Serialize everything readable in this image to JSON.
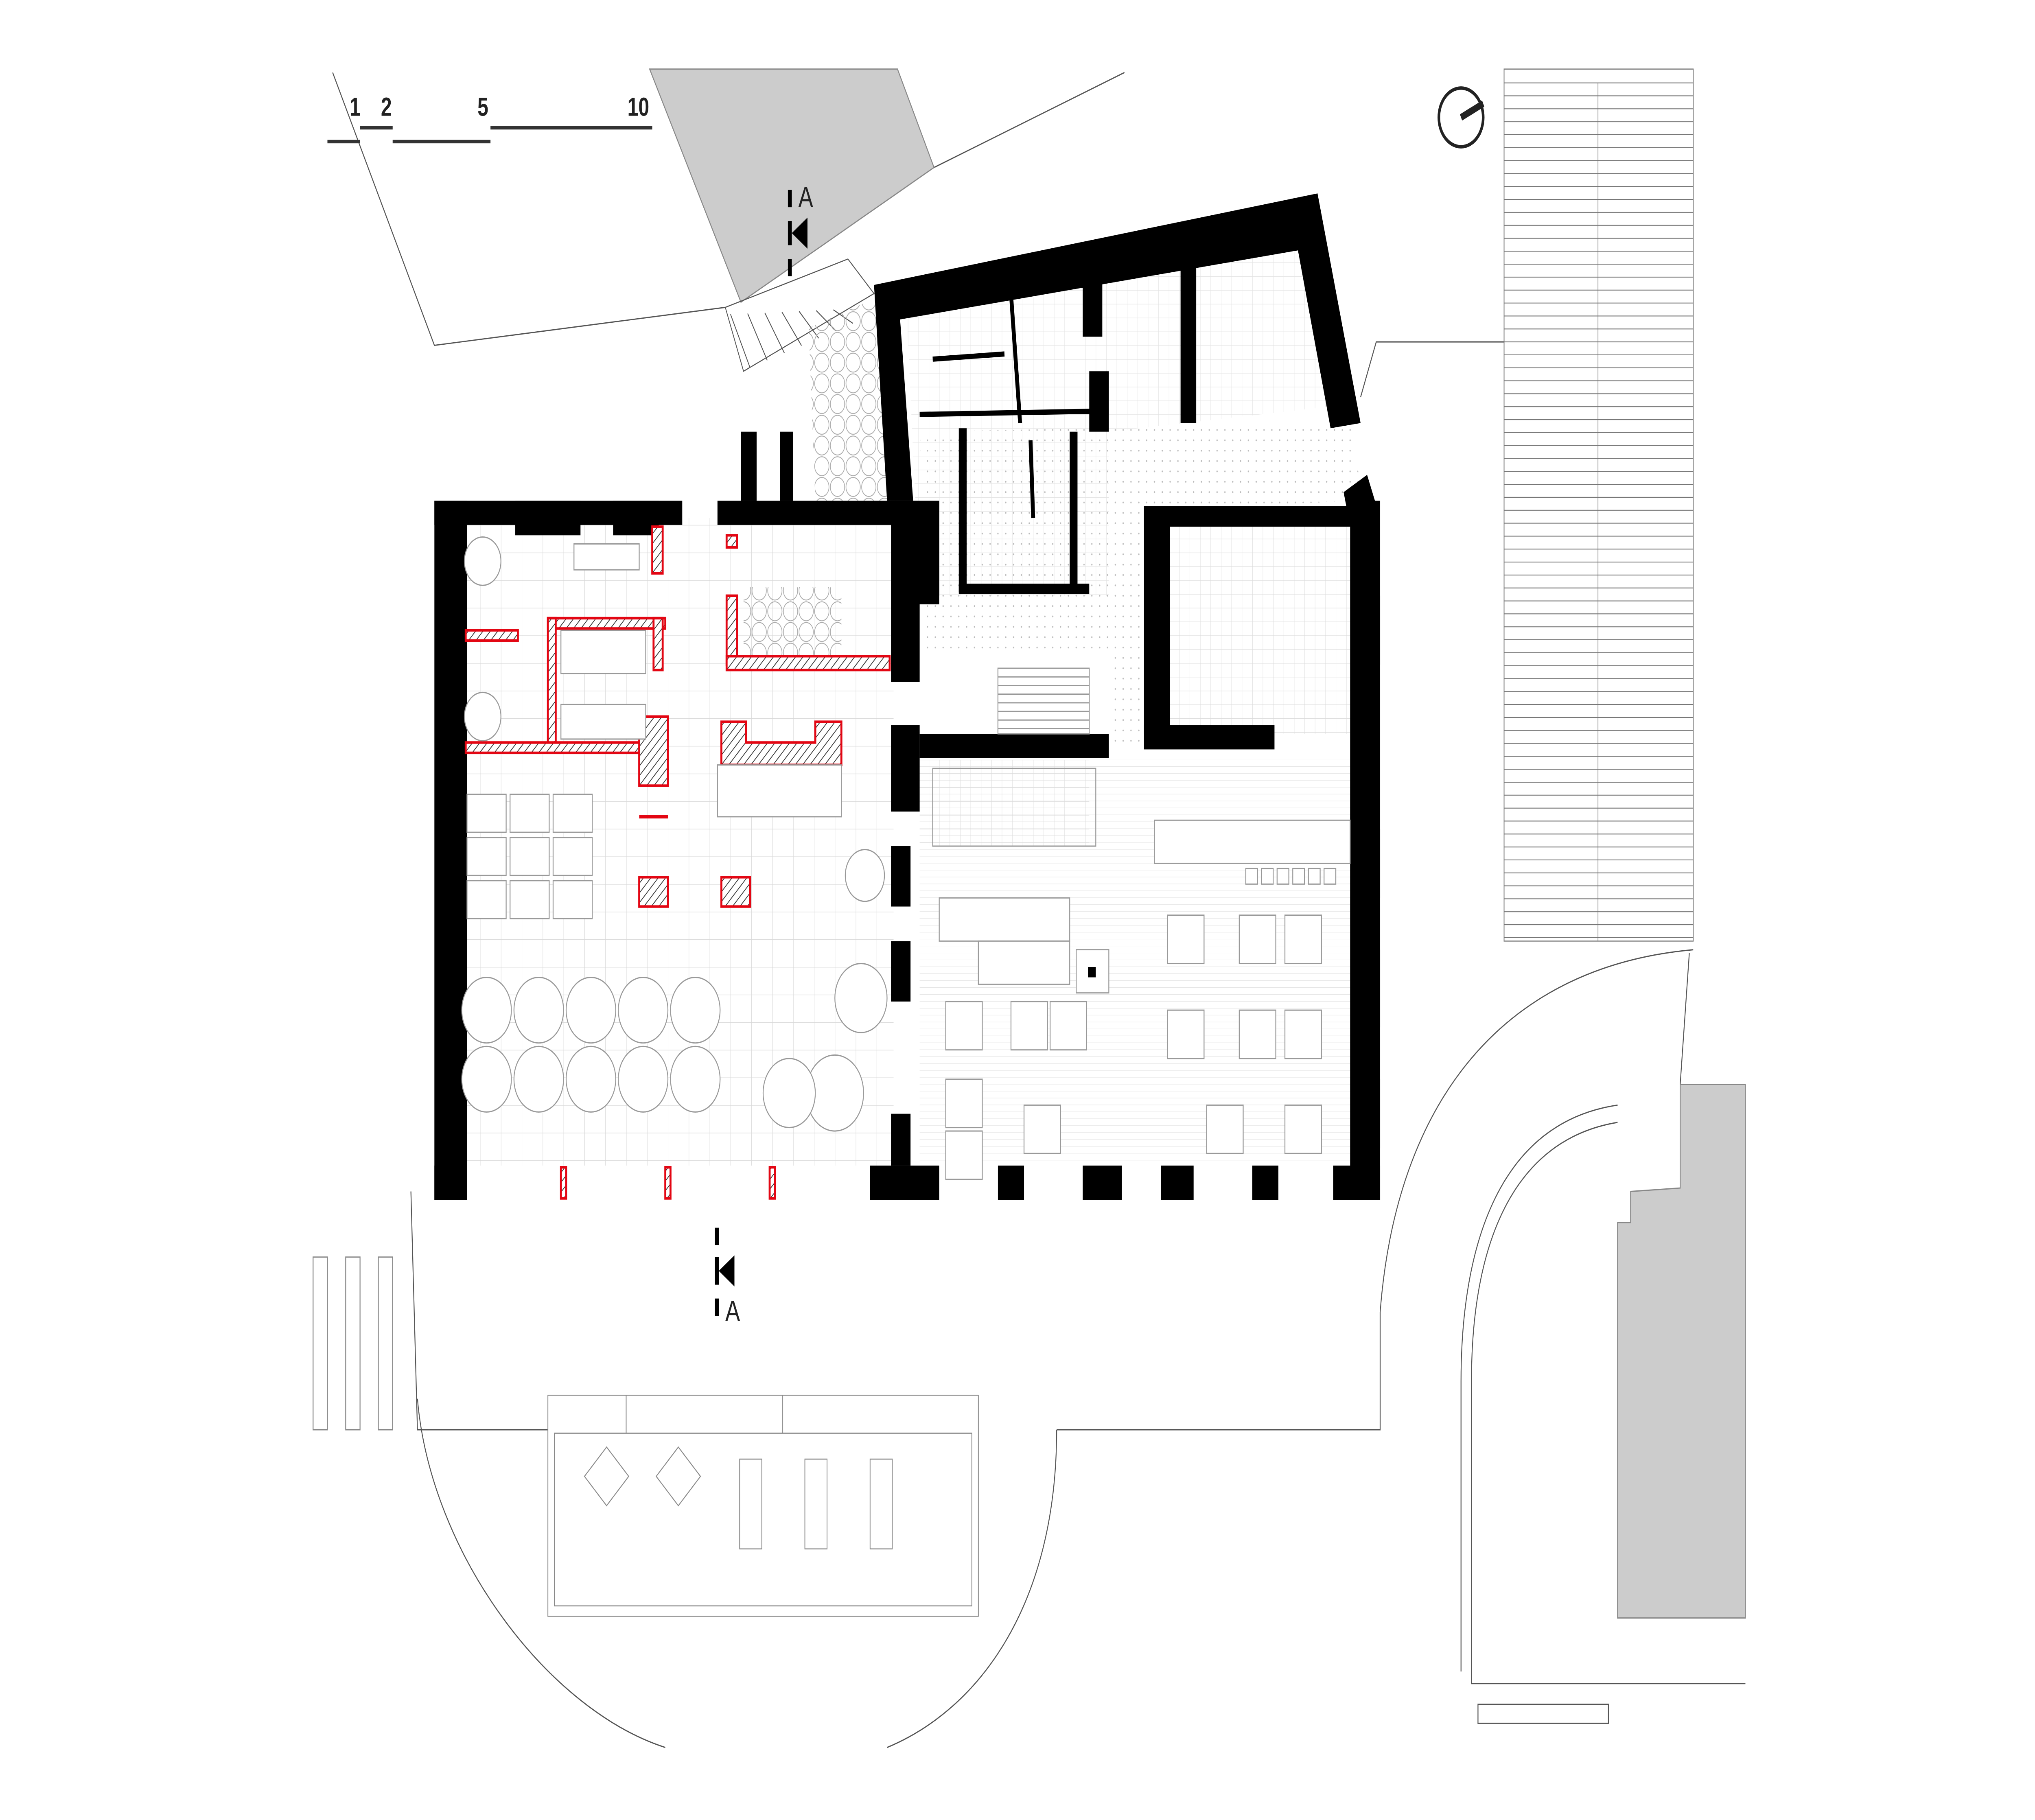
{
  "scale_bar": {
    "labels": [
      "1",
      "2",
      "5",
      "10"
    ],
    "unit_ticks": [
      1,
      2,
      5,
      10
    ]
  },
  "section_marks": [
    {
      "label": "A",
      "position": "top"
    },
    {
      "label": "A",
      "position": "bottom"
    }
  ],
  "colors": {
    "wall": "#000000",
    "new_wall": "#e30613",
    "neighbour": "#cccccc",
    "line": "#555555"
  },
  "icons": {
    "north": "north-arrow-icon",
    "section": "section-marker-icon"
  }
}
